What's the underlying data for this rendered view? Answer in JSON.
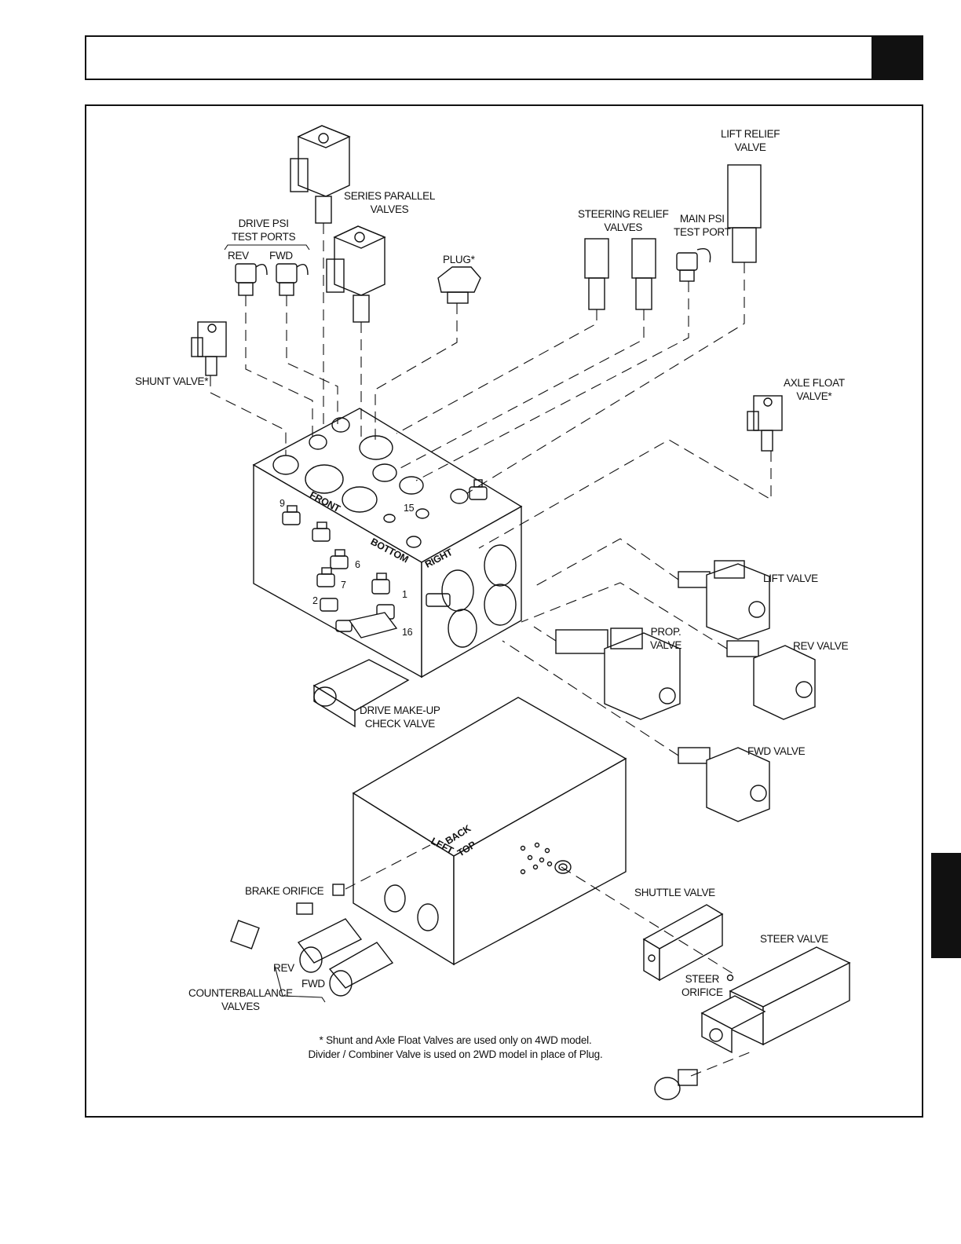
{
  "labels": {
    "series_parallel": [
      "SERIES PARALLEL",
      "VALVES"
    ],
    "drive_psi": [
      "DRIVE PSI",
      "TEST PORTS"
    ],
    "rev_port": "REV",
    "fwd_port": "FWD",
    "plug": "PLUG*",
    "steering_relief": [
      "STEERING RELIEF",
      "VALVES"
    ],
    "main_psi": [
      "MAIN PSI",
      "TEST PORT"
    ],
    "lift_relief": [
      "LIFT RELIEF",
      "VALVE"
    ],
    "shunt": "SHUNT VALVE*",
    "axle_float": [
      "AXLE FLOAT",
      "VALVE*"
    ],
    "lift_valve": "LIFT VALVE",
    "prop_valve": [
      "PROP.",
      "VALVE"
    ],
    "rev_valve": "REV VALVE",
    "drive_makeup": [
      "DRIVE MAKE-UP",
      "CHECK VALVE"
    ],
    "fwd_valve": "FWD VALVE",
    "brake_orifice": "BRAKE ORIFICE",
    "shuttle_valve": "SHUTTLE VALVE",
    "steer_valve": "STEER VALVE",
    "steer_orifice": [
      "STEER",
      "ORIFICE"
    ],
    "cb_rev": "REV",
    "cb_fwd": "FWD",
    "counterbalance": [
      "COUNTERBALLANCE",
      "VALVES"
    ]
  },
  "faces": {
    "front": "FRONT",
    "bottom": "BOTTOM",
    "right": "RIGHT",
    "back": "BACK",
    "left": "LEFT",
    "top": "TOP"
  },
  "port_numbers": [
    "9",
    "6",
    "7",
    "2",
    "1",
    "16",
    "15"
  ],
  "footnote": [
    "*  Shunt and Axle Float Valves are used only on 4WD model.",
    "Divider / Combiner Valve is used on 2WD model in place of Plug."
  ]
}
